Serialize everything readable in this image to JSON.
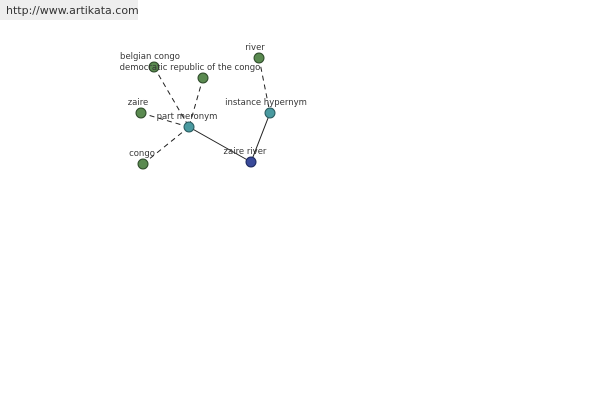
{
  "header": {
    "url": "http://www.artikata.com"
  },
  "colors": {
    "leaf": "#5a8a50",
    "relation": "#4a9aa0",
    "root": "#3a4a9a",
    "edge": "#222222"
  },
  "nodes": {
    "belgian_congo": {
      "label": "belgian congo",
      "kind": "leaf"
    },
    "drc": {
      "label": "democratic republic of the congo",
      "kind": "leaf"
    },
    "zaire": {
      "label": "zaire",
      "kind": "leaf"
    },
    "congo": {
      "label": "congo",
      "kind": "leaf"
    },
    "part_meronym": {
      "label": "part meronym",
      "kind": "relation"
    },
    "river": {
      "label": "river",
      "kind": "leaf"
    },
    "instance_hypernym": {
      "label": "instance hypernym",
      "kind": "relation"
    },
    "zaire_river": {
      "label": "zaire river",
      "kind": "root"
    }
  }
}
